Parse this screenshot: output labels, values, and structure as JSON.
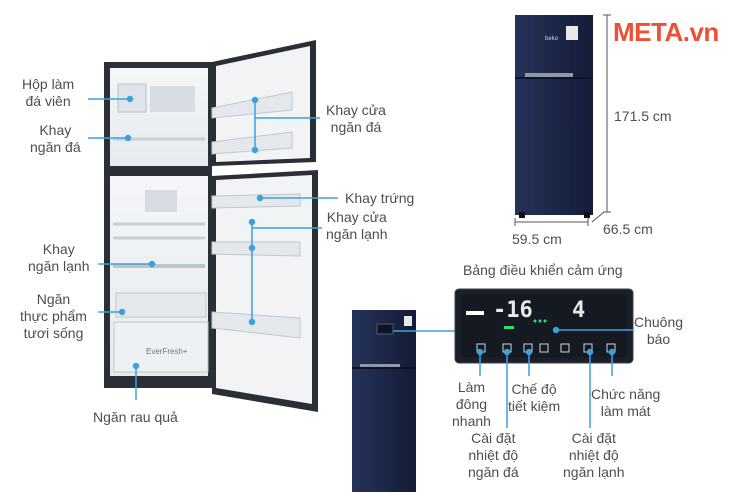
{
  "brand": {
    "name": "META",
    "suffix": ".vn"
  },
  "labels": {
    "hop_lam_da": "Hộp làm\nđá viên",
    "khay_ngan_da": "Khay\nngăn đá",
    "khay_cua_ngan_da": "Khay cửa\nngăn đá",
    "khay_trung": "Khay trứng",
    "khay_cua_ngan_lanh": "Khay cửa\nngăn lạnh",
    "khay_ngan_lanh": "Khay\nngăn lạnh",
    "ngan_thuc_pham": "Ngăn\nthực phẩm\ntươi sống",
    "ngan_rau_qua": "Ngăn rau quả"
  },
  "dimensions": {
    "height": "171.5 cm",
    "width": "59.5 cm",
    "depth": "66.5 cm"
  },
  "control_panel": {
    "title": "Bảng điều khiển cảm ứng",
    "display_left": "-16",
    "display_right": "4",
    "labels": {
      "lam_dong_nhanh": "Làm\nđông\nnhanh",
      "cai_dat_ngan_da": "Cài đặt\nnhiệt độ\nngăn đá",
      "che_do_tiet_kiem": "Chế độ\ntiết kiệm",
      "cai_dat_ngan_lanh": "Cài đặt\nnhiệt độ\nngăn lạnh",
      "chuc_nang_lam_mat": "Chức năng\nlàm mát",
      "chuong_bao": "Chuông\nbáo"
    }
  },
  "colors": {
    "fridge_body": "#1f2a4a",
    "callout": "#3da1db",
    "panel": "#1a1f2a",
    "brand": "#f04e37"
  }
}
